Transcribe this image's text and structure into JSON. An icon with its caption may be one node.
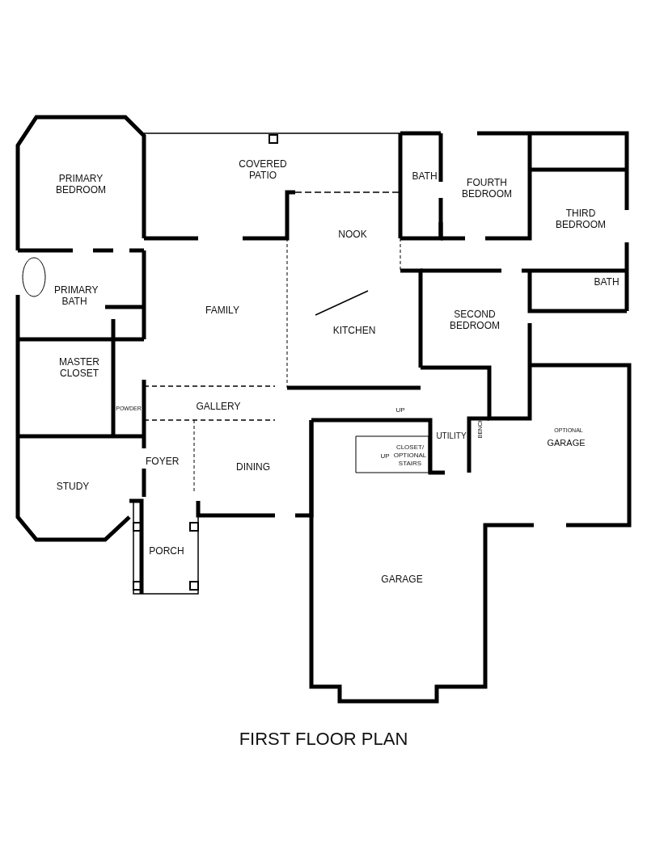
{
  "diagram": {
    "title": "FIRST FLOOR PLAN",
    "labels": [
      "PRIMARY BEDROOM",
      "COVERED PATIO",
      "BATH",
      "FOURTH BEDROOM",
      "THIRD BEDROOM",
      "NOOK",
      "PRIMARY BATH",
      "BATH",
      "FAMILY",
      "SECOND BEDROOM",
      "KITCHEN",
      "MASTER CLOSET",
      "POWDER",
      "GALLERY",
      "UP",
      "UTILITY",
      "OPTIONAL",
      "GARAGE",
      "BENCH",
      "UP",
      "CLOSET/ OPTIONAL STAIRS",
      "FOYER",
      "DINING",
      "STUDY",
      "PORCH",
      "GARAGE"
    ]
  }
}
